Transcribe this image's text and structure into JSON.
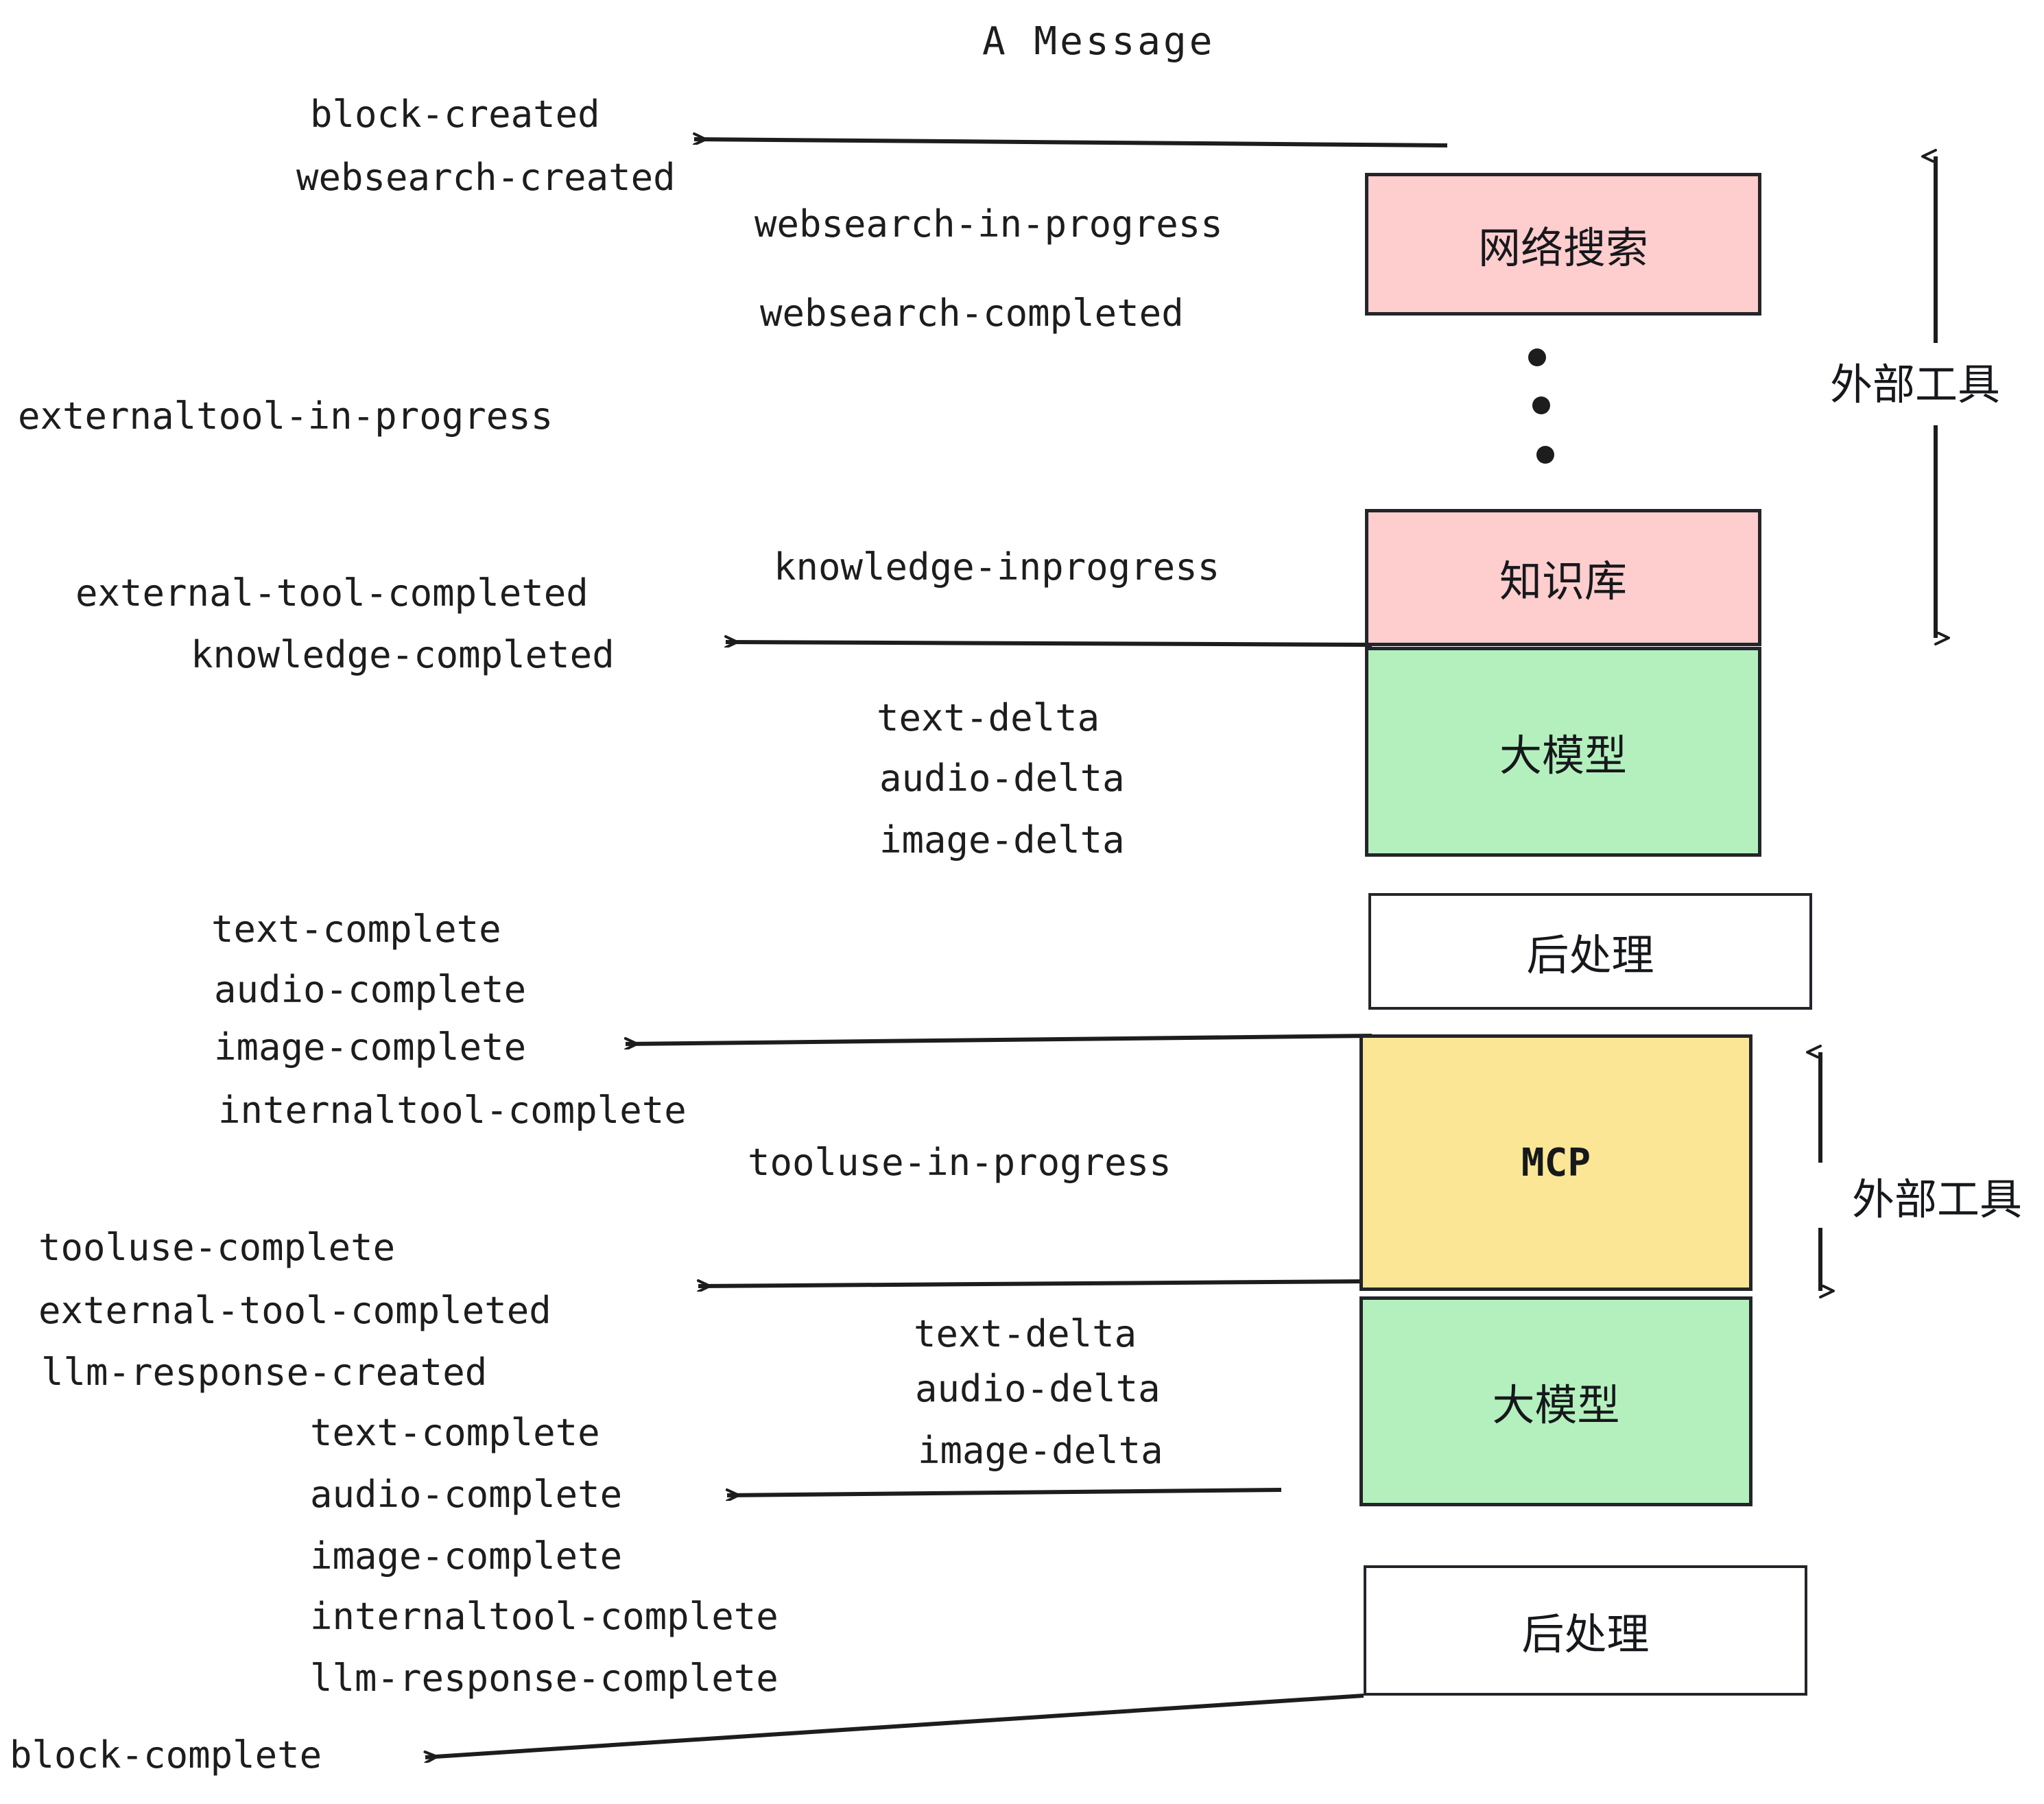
{
  "title": "A Message",
  "colors": {
    "pink": "#fecdcd",
    "green": "#b4f0bd",
    "yellow": "#fae695",
    "white": "#ffffff",
    "stroke": "#23252a",
    "text": "#1d1d1d"
  },
  "nodes": [
    {
      "id": "websearch",
      "label": "网络搜索",
      "fill": "#fecdcd",
      "kind": "cjk"
    },
    {
      "id": "knowledge",
      "label": "知识库",
      "fill": "#fecdcd",
      "kind": "cjk"
    },
    {
      "id": "llm-1",
      "label": "大模型",
      "fill": "#b4f0bd",
      "kind": "cjk"
    },
    {
      "id": "postprocess-1",
      "label": "后处理",
      "fill": "#ffffff",
      "kind": "cjk"
    },
    {
      "id": "mcp",
      "label": "MCP",
      "fill": "#fae695",
      "kind": "latin"
    },
    {
      "id": "llm-2",
      "label": "大模型",
      "fill": "#b4f0bd",
      "kind": "cjk"
    },
    {
      "id": "postprocess-2",
      "label": "后处理",
      "fill": "#ffffff",
      "kind": "cjk"
    }
  ],
  "group_labels": [
    {
      "id": "external-tools-top",
      "label": "外部工具"
    },
    {
      "id": "external-tools-bottom",
      "label": "外部工具"
    }
  ],
  "events": [
    {
      "id": "block-created",
      "label": "block-created"
    },
    {
      "id": "websearch-created",
      "label": "websearch-created"
    },
    {
      "id": "websearch-in-progress",
      "label": "websearch-in-progress"
    },
    {
      "id": "websearch-completed",
      "label": "websearch-completed"
    },
    {
      "id": "externaltool-in-progress",
      "label": "externaltool-in-progress"
    },
    {
      "id": "knowledge-inprogress",
      "label": "knowledge-inprogress"
    },
    {
      "id": "external-tool-completed-1",
      "label": "external-tool-completed"
    },
    {
      "id": "knowledge-completed",
      "label": "knowledge-completed"
    },
    {
      "id": "text-delta-1",
      "label": "text-delta"
    },
    {
      "id": "audio-delta-1",
      "label": "audio-delta"
    },
    {
      "id": "image-delta-1",
      "label": "image-delta"
    },
    {
      "id": "text-complete-1",
      "label": "text-complete"
    },
    {
      "id": "audio-complete-1",
      "label": "audio-complete"
    },
    {
      "id": "image-complete-1",
      "label": "image-complete"
    },
    {
      "id": "internaltool-complete-1",
      "label": "internaltool-complete"
    },
    {
      "id": "tooluse-in-progress",
      "label": "tooluse-in-progress"
    },
    {
      "id": "tooluse-complete",
      "label": "tooluse-complete"
    },
    {
      "id": "external-tool-completed-2",
      "label": "external-tool-completed"
    },
    {
      "id": "llm-response-created",
      "label": "llm-response-created"
    },
    {
      "id": "text-delta-2",
      "label": "text-delta"
    },
    {
      "id": "audio-delta-2",
      "label": "audio-delta"
    },
    {
      "id": "image-delta-2",
      "label": "image-delta"
    },
    {
      "id": "text-complete-2",
      "label": "text-complete"
    },
    {
      "id": "audio-complete-2",
      "label": "audio-complete"
    },
    {
      "id": "image-complete-2",
      "label": "image-complete"
    },
    {
      "id": "internaltool-complete-2",
      "label": "internaltool-complete"
    },
    {
      "id": "llm-response-complete",
      "label": "llm-response-complete"
    },
    {
      "id": "block-complete",
      "label": "block-complete"
    }
  ]
}
